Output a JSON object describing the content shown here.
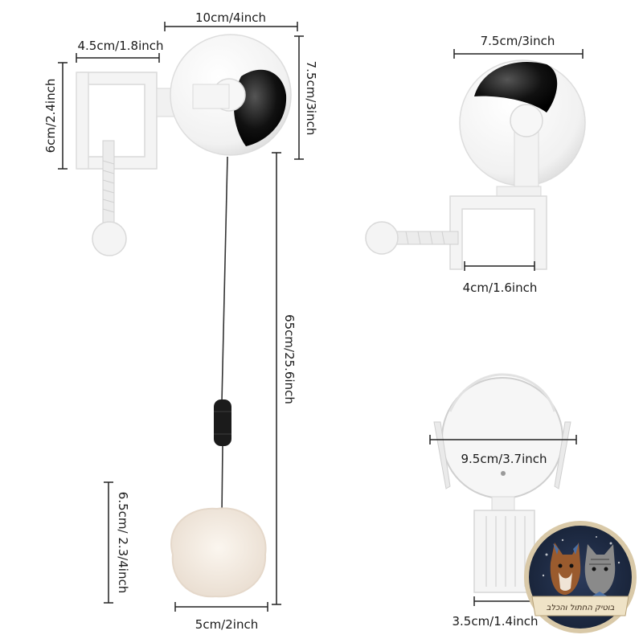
{
  "labels": {
    "total_width": "10cm/4inch",
    "clamp_width": "4.5cm/1.8inch",
    "clamp_height": "6cm/2.4inch",
    "ball_height": "7.5cm/3inch",
    "cord_length": "65cm/25.6inch",
    "pompom_height": "6.5cm/ 2.3/4inch",
    "pompom_width": "5cm/2inch",
    "ball_width": "7.5cm/3inch",
    "clamp_opening": "4cm/1.6inch",
    "ball_diameter": "9.5cm/3.7inch",
    "base_width": "3.5cm/1.4inch"
  },
  "logo": {
    "text": "בוטיק החתול והכלב"
  }
}
